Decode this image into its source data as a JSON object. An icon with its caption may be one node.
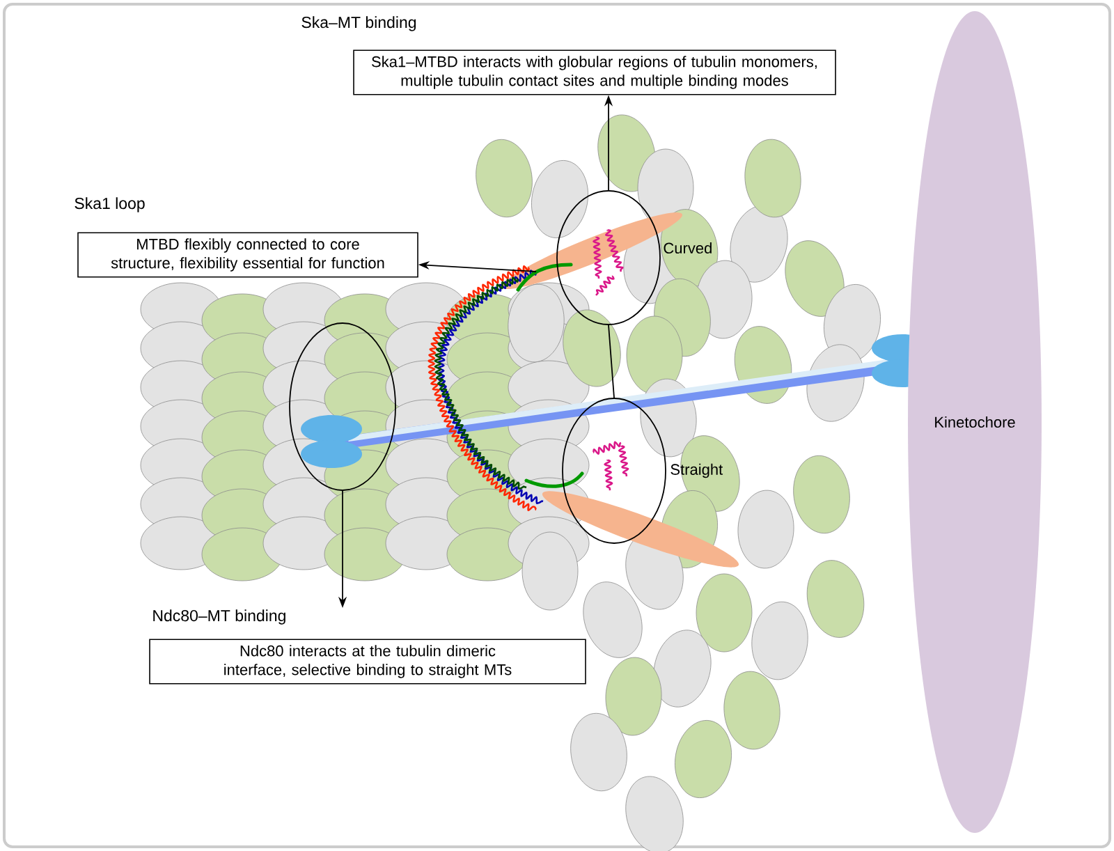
{
  "diagram": {
    "nodes": [
      {
        "text": [
          "Ska–MT binding",
          "Ska1–MTBD interacts with globular regions of tubulin monomers, multiple tubulin contact sites and multiple binding modes"
        ]
      },
      {
        "text": [
          "Ska1 loop",
          "MTBD flexibly connected to core structure, flexibility essential for function"
        ]
      },
      {
        "text": [
          "Curved"
        ]
      },
      {
        "text": [
          "Straight"
        ]
      },
      {
        "text": [],
        "shape": "circle"
      },
      {
        "text": [
          "Ndc80–MT binding",
          "Ndc80 interacts at the tubulin dimeric interface, selective binding to straight MTs"
        ]
      },
      {
        "text": [
          "Kinetochore"
        ]
      }
    ],
    "edges": [
      {
        "from": 2,
        "to": 0,
        "arrow": "to"
      },
      {
        "from": null,
        "to": 1,
        "arrow": "to"
      },
      {
        "from": 2,
        "to": 3,
        "arrow": "none"
      },
      {
        "from": 4,
        "to": 5,
        "arrow": "to"
      }
    ]
  }
}
